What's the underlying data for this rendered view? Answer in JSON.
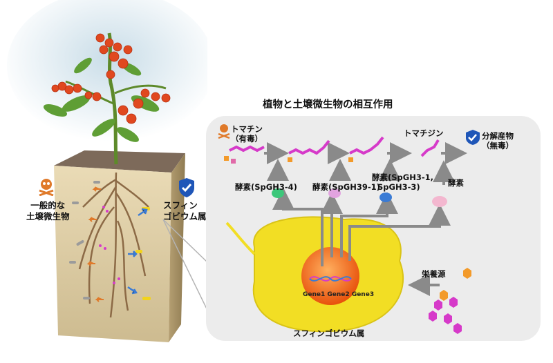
{
  "title": "植物と土壌微生物の相互作用",
  "left": {
    "general_microbes": [
      "一般的な",
      "土壌微生物"
    ],
    "sphingobium": [
      "スフィン",
      "ゴビウム属"
    ]
  },
  "panel": {
    "tomatine": [
      "トマチン",
      "（有毒）"
    ],
    "tomatidine": "トマチジン",
    "degradation_product": [
      "分解産物",
      "（無毒）"
    ],
    "enzyme1": "酵素(SpGH3-4)",
    "enzyme2": "酵素(SpGH39-1)",
    "enzyme3": [
      "酵素(SpGH3-1,",
      "SpGH3-3)"
    ],
    "enzyme4": "酵素",
    "nutrients": "栄養源",
    "genes": [
      "Gene1",
      "Gene2",
      "Gene3"
    ],
    "cell_label": "スフィンゴビウム属"
  },
  "colors": {
    "toxic": "#e07a2a",
    "safe": "#1f56b8",
    "molecule": "#d63ac9",
    "arrow": "#8a8a8a",
    "cell": "#f2de24",
    "nucleus": "#f06a14"
  },
  "icons": [
    "skull-crossbones-icon",
    "shield-check-icon"
  ]
}
